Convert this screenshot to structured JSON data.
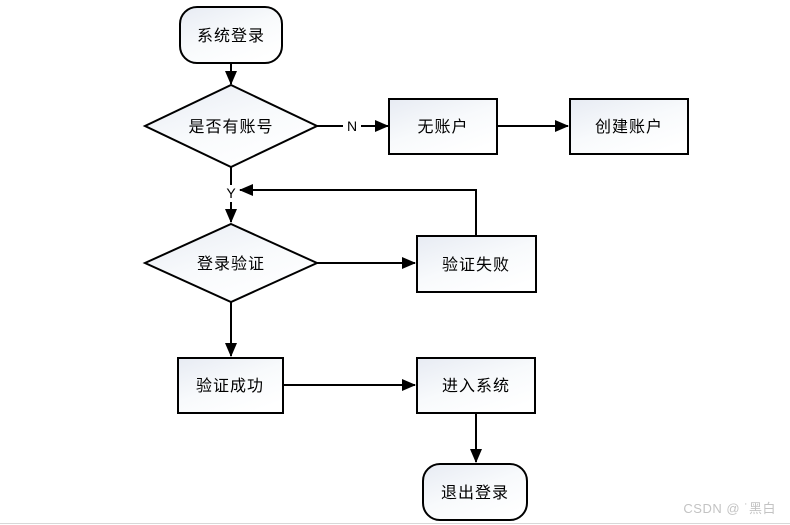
{
  "watermark": "CSDN @ ˙黑白",
  "colors": {
    "stroke": "#000000",
    "shape_fill_top": "#e7ebf3",
    "shape_fill_bottom": "#ffffff",
    "watermark_text": "#c3c3c3",
    "bottom_divider": "#d8d8d8"
  },
  "diagram": {
    "type": "flowchart",
    "nodes": [
      {
        "id": "system-login",
        "shape": "terminator",
        "label": "系统登录"
      },
      {
        "id": "has-account",
        "shape": "decision",
        "label": "是否有账号"
      },
      {
        "id": "no-account",
        "shape": "process",
        "label": "无账户"
      },
      {
        "id": "create-account",
        "shape": "process",
        "label": "创建账户"
      },
      {
        "id": "login-verify",
        "shape": "decision",
        "label": "登录验证"
      },
      {
        "id": "verify-fail",
        "shape": "process",
        "label": "验证失败"
      },
      {
        "id": "verify-success",
        "shape": "process",
        "label": "验证成功"
      },
      {
        "id": "enter-system",
        "shape": "process",
        "label": "进入系统"
      },
      {
        "id": "logout",
        "shape": "terminator",
        "label": "退出登录"
      }
    ],
    "edges": [
      {
        "from": "system-login",
        "to": "has-account",
        "label": ""
      },
      {
        "from": "has-account",
        "to": "no-account",
        "label": "N"
      },
      {
        "from": "no-account",
        "to": "create-account",
        "label": ""
      },
      {
        "from": "has-account",
        "to": "login-verify",
        "label": "Y"
      },
      {
        "from": "verify-fail",
        "to": "login-verify",
        "label": ""
      },
      {
        "from": "login-verify",
        "to": "verify-fail",
        "label": ""
      },
      {
        "from": "login-verify",
        "to": "verify-success",
        "label": ""
      },
      {
        "from": "verify-success",
        "to": "enter-system",
        "label": ""
      },
      {
        "from": "enter-system",
        "to": "logout",
        "label": ""
      }
    ],
    "edge_labels": [
      {
        "text": "N"
      },
      {
        "text": "Y"
      }
    ]
  }
}
